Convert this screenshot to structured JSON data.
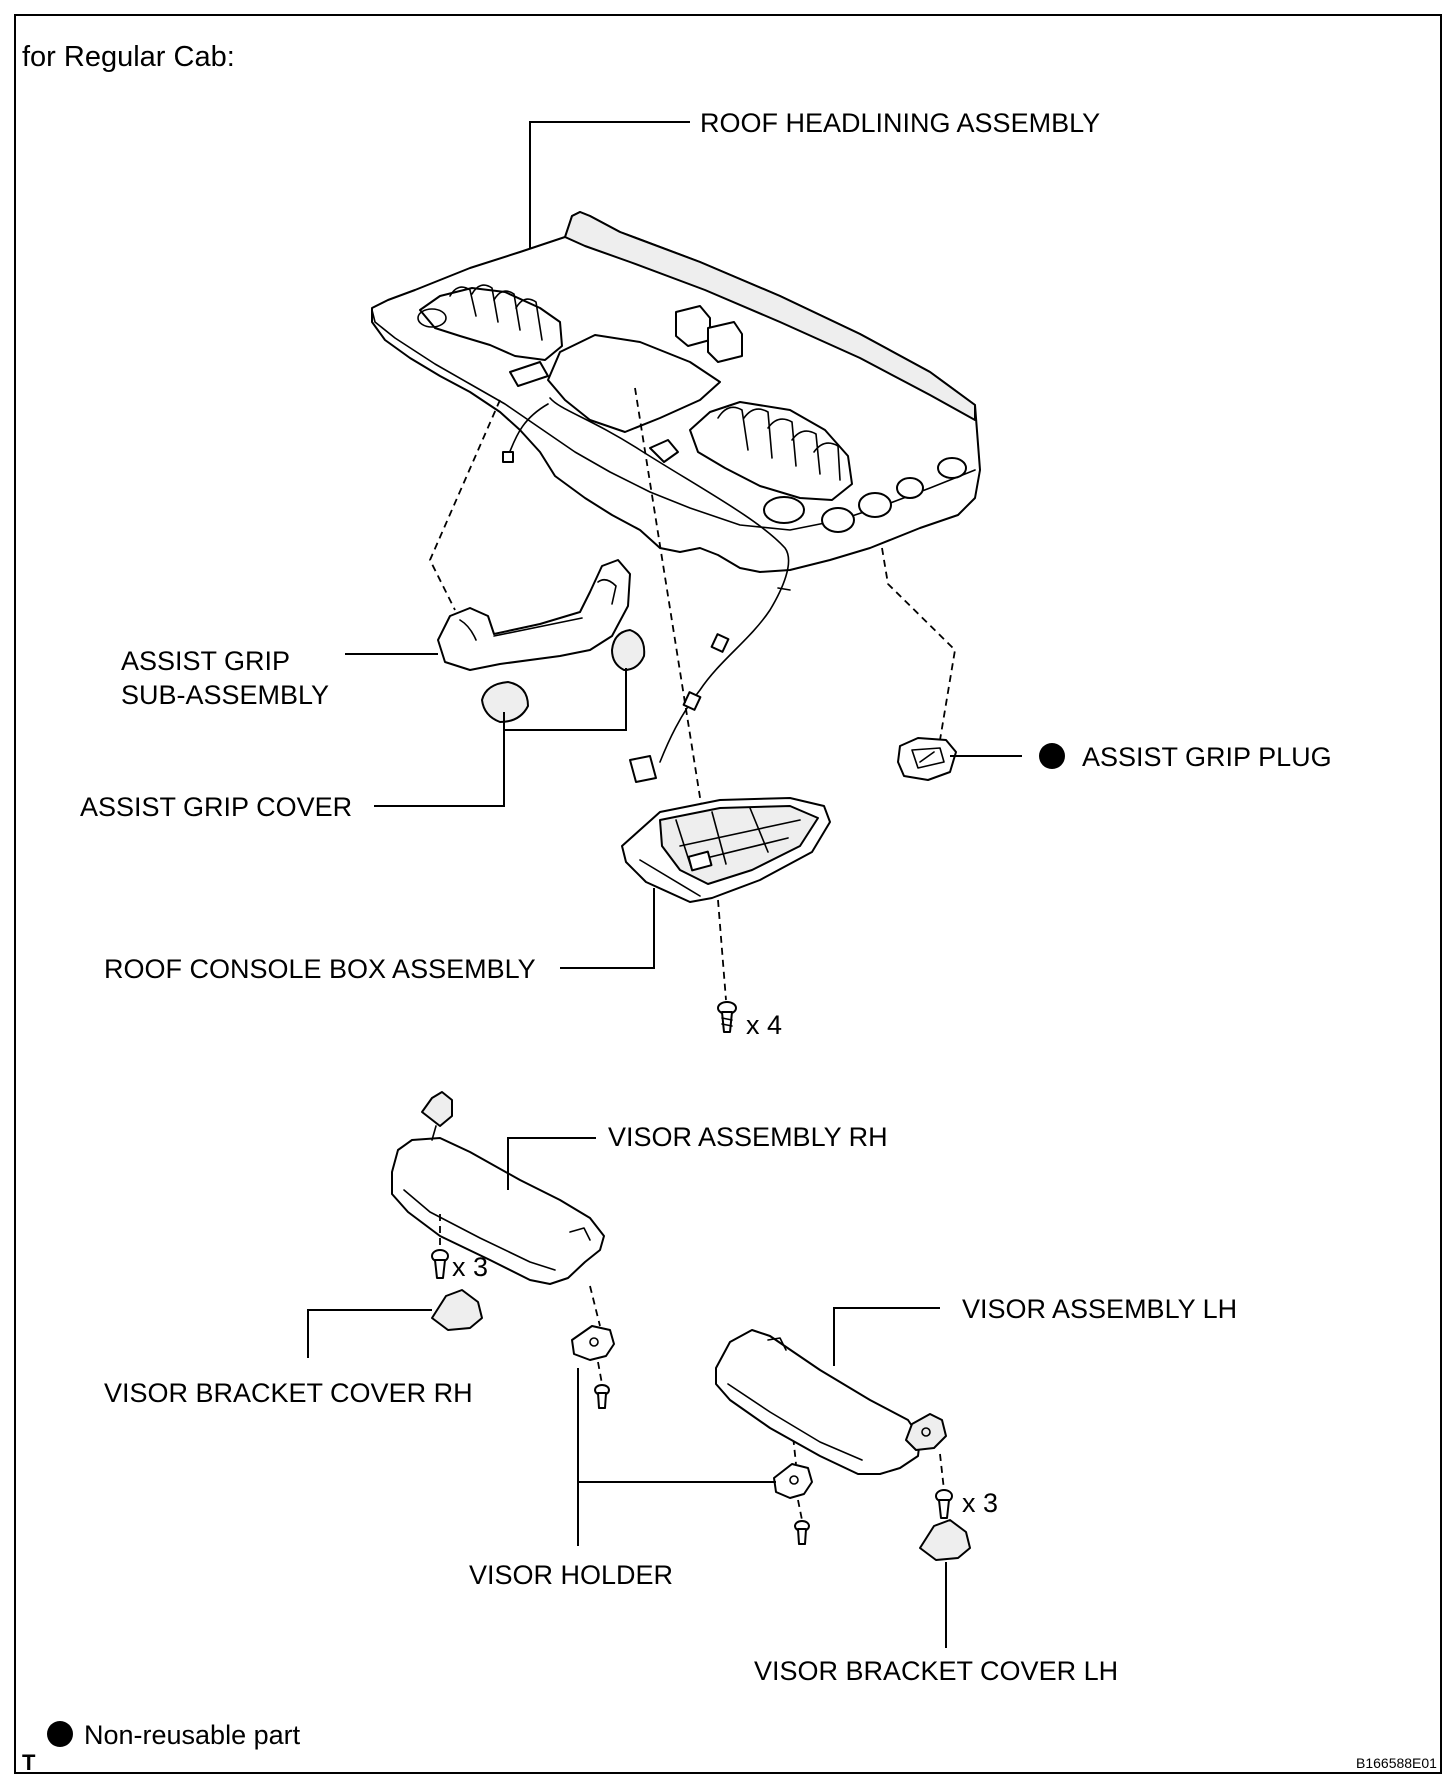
{
  "header": {
    "title": "for Regular Cab:"
  },
  "labels": {
    "roof_headlining": "ROOF HEADLINING ASSEMBLY",
    "assist_grip_line1": "ASSIST GRIP",
    "assist_grip_line2": "SUB-ASSEMBLY",
    "assist_grip_cover": "ASSIST GRIP COVER",
    "assist_grip_plug": "ASSIST GRIP PLUG",
    "roof_console_box": "ROOF CONSOLE BOX ASSEMBLY",
    "console_screw_qty": "x 4",
    "visor_rh": "VISOR ASSEMBLY RH",
    "visor_rh_screw_qty": "x 3",
    "visor_bracket_cover_rh": "VISOR BRACKET COVER RH",
    "visor_lh": "VISOR ASSEMBLY LH",
    "visor_holder": "VISOR HOLDER",
    "visor_lh_screw_qty": "x 3",
    "visor_bracket_cover_lh": "VISOR BRACKET COVER LH"
  },
  "legend": {
    "non_reusable": "Non-reusable part"
  },
  "footer": {
    "corner_letter": "T",
    "figure_code": "B166588E01"
  }
}
